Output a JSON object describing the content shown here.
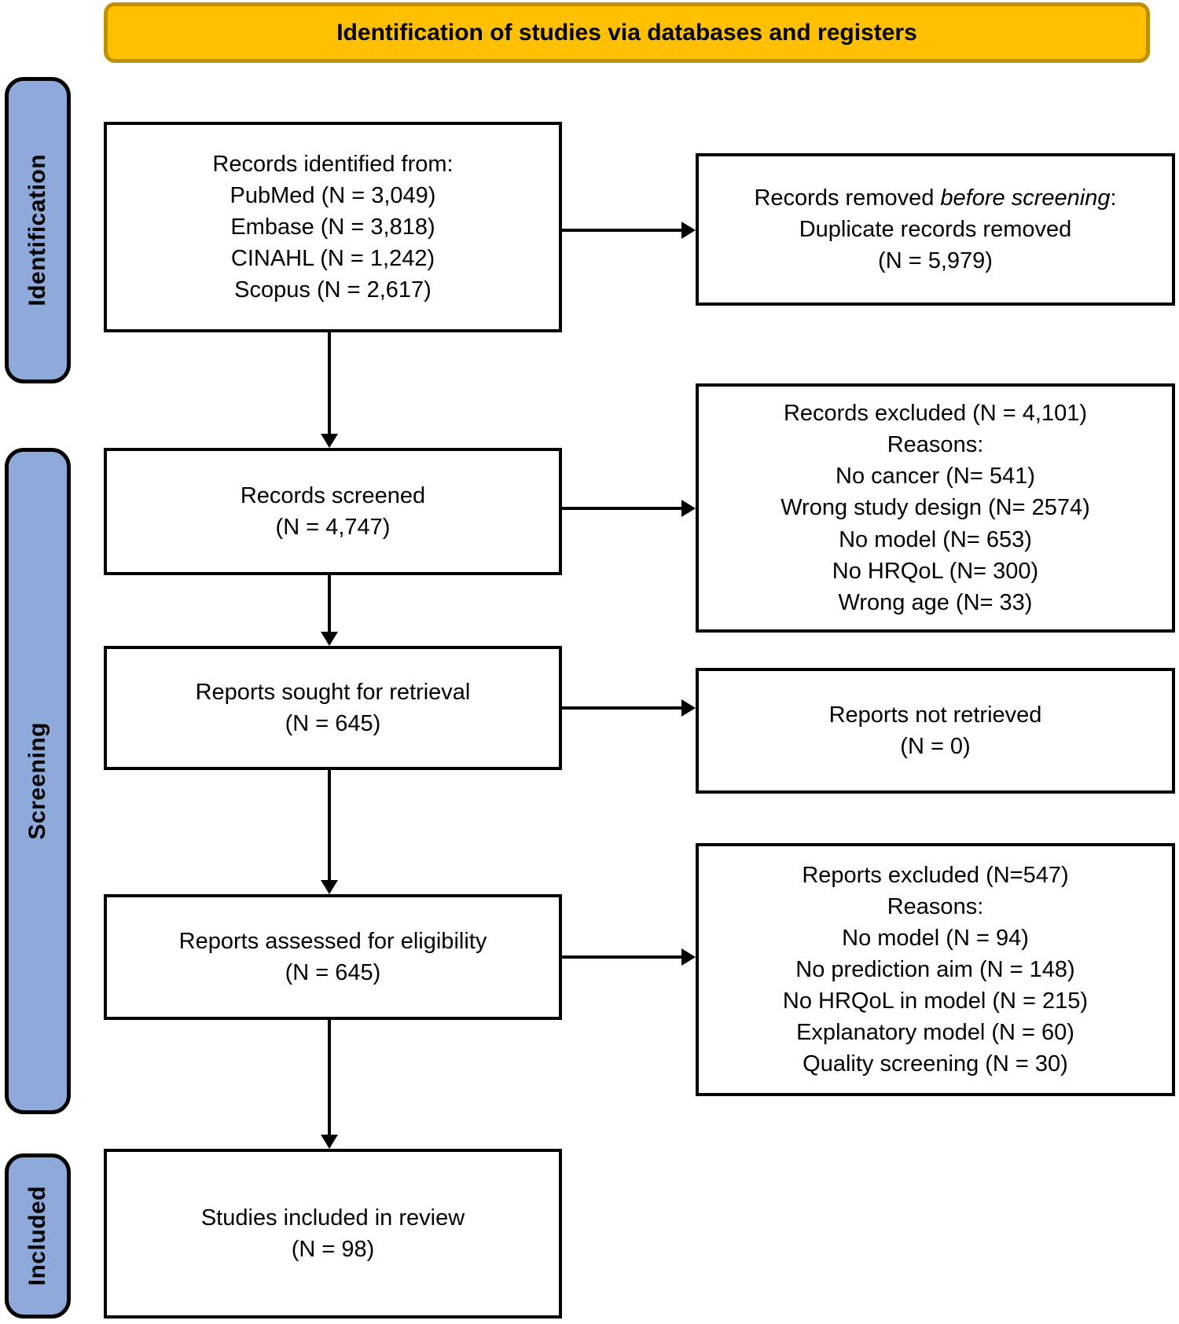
{
  "banner": {
    "title": "Identification of studies via databases and registers"
  },
  "colors": {
    "banner_bg": "#FFC000",
    "banner_border": "#BF9000",
    "stage_bg": "#8EAADB",
    "stage_border": "#000000",
    "box_border": "#000000"
  },
  "sidebar": {
    "items": [
      {
        "label": "Identification"
      },
      {
        "label": "Screening"
      },
      {
        "label": "Included"
      }
    ]
  },
  "flow": {
    "main_boxes": [
      {
        "lines": [
          "Records identified from:",
          "PubMed (N = 3,049)",
          "Embase (N = 3,818)",
          "CINAHL (N = 1,242)",
          "Scopus (N = 2,617)"
        ]
      },
      {
        "lines": [
          "Records screened",
          "(N = 4,747)"
        ]
      },
      {
        "lines": [
          "Reports sought for retrieval",
          "(N = 645)"
        ]
      },
      {
        "lines": [
          "Reports assessed for eligibility",
          "(N = 645)"
        ]
      },
      {
        "lines": [
          "Studies included in review",
          "(N = 98)"
        ]
      }
    ],
    "side_boxes": [
      {
        "line1_prefix": "Records removed ",
        "line1_italic": "before screening",
        "line1_suffix": ":",
        "lines": [
          "Duplicate records removed",
          "(N = 5,979)"
        ]
      },
      {
        "lines": [
          "Records excluded (N = 4,101)",
          "Reasons:",
          "No cancer (N= 541)",
          "Wrong study design (N= 2574)",
          "No model (N= 653)",
          "No HRQoL (N= 300)",
          "Wrong age (N= 33)"
        ]
      },
      {
        "lines": [
          "Reports not retrieved",
          "(N = 0)"
        ]
      },
      {
        "lines": [
          "Reports excluded (N=547)",
          "Reasons:",
          "No model (N = 94)",
          "No prediction aim (N = 148)",
          "No HRQoL in model (N = 215)",
          "Explanatory model (N = 60)",
          "Quality screening (N = 30)"
        ]
      }
    ]
  }
}
